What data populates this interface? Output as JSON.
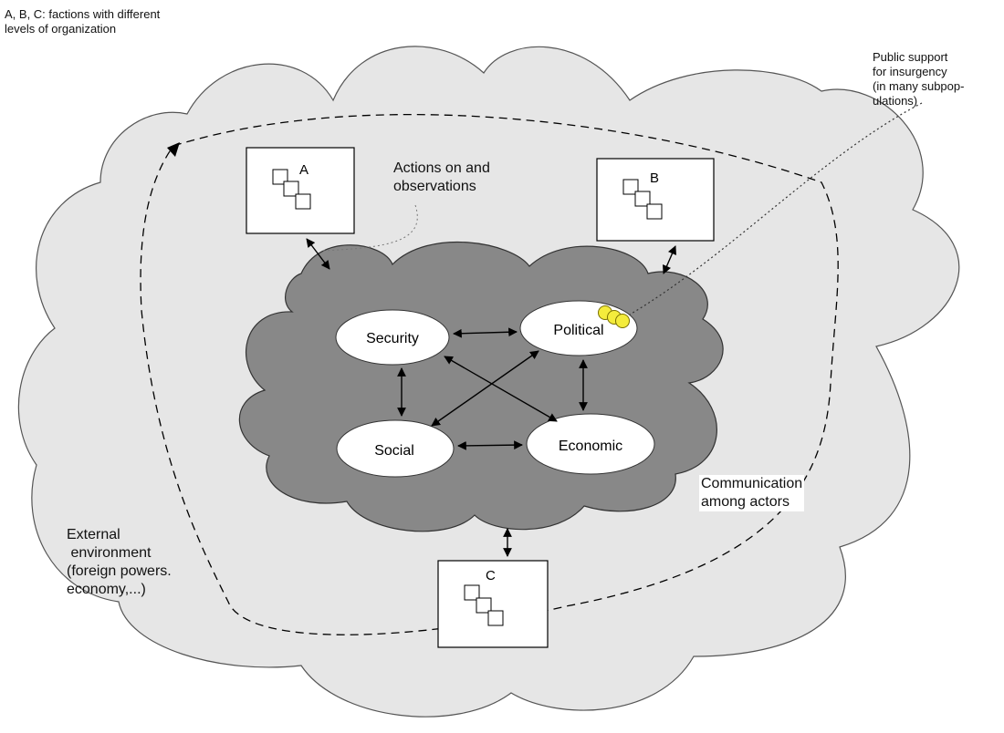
{
  "notes": {
    "factions_note": "A, B, C: factions with different\nlevels of organization",
    "public_support": "Public support\nfor insurgency\n(in many subpop-\nulations)",
    "actions": "Actions on and\nobservations",
    "communication": "Communication\namong actors",
    "external": "External\n environment\n(foreign powers.\neconomy,...)"
  },
  "factions": [
    {
      "letter": "A"
    },
    {
      "letter": "B"
    },
    {
      "letter": "C"
    }
  ],
  "sectors": {
    "security": "Security",
    "political": "Political",
    "social": "Social",
    "economic": "Economic"
  },
  "colors": {
    "outer_cloud": "#e6e6e6",
    "inner_cloud": "#888888",
    "ellipse_fill": "#ffffff",
    "support_markers": "#f4ec3c"
  }
}
